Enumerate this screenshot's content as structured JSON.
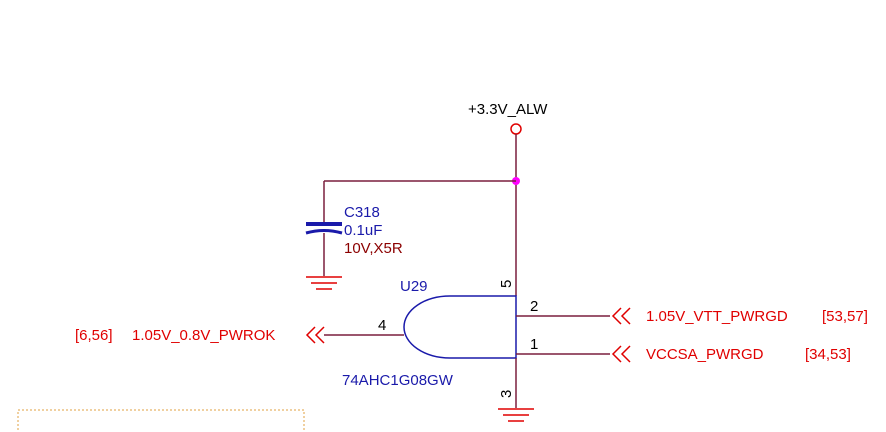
{
  "colors": {
    "wire": "#7a1f3d",
    "body": "#1a1aaa",
    "label_red": "#e00000",
    "label_dark": "#8b0000",
    "blue_text": "#1a1aaa",
    "black": "#000000",
    "junction": "#ff00ff",
    "frame": "#e0a040"
  },
  "power": {
    "net": "+3.3V_ALW"
  },
  "capacitor": {
    "ref": "C318",
    "value": "0.1uF",
    "rating": "10V,X5R"
  },
  "gate": {
    "ref": "U29",
    "part": "74AHC1G08GW",
    "pins": {
      "in_a": "1",
      "in_b": "2",
      "gnd": "3",
      "out": "4",
      "vcc": "5"
    }
  },
  "nets": {
    "in_b": {
      "name": "1.05V_VTT_PWRGD",
      "pages": "[53,57]"
    },
    "in_a": {
      "name": "VCCSA_PWRGD",
      "pages": "[34,53]"
    },
    "out": {
      "name": "1.05V_0.8V_PWROK",
      "pages": "[6,56]"
    }
  }
}
